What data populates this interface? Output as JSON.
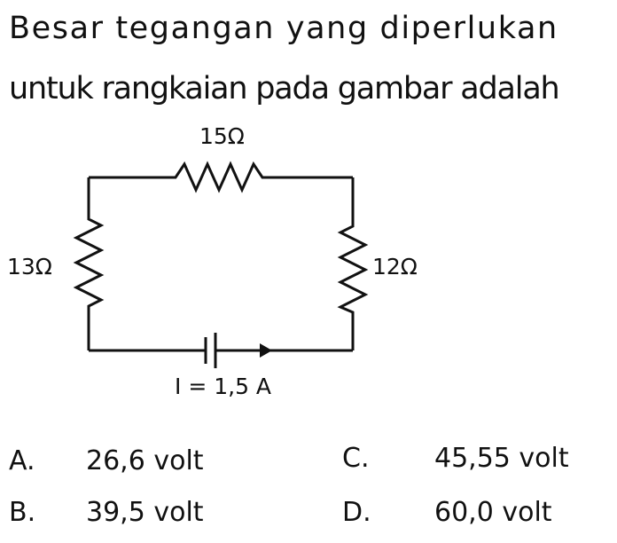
{
  "question": {
    "line1": "Besar tegangan yang diperlukan",
    "line2": "untuk rangkaian pada gambar adalah"
  },
  "circuit": {
    "resistor_top": "15Ω",
    "resistor_left": "13Ω",
    "resistor_right": "12Ω",
    "current_label": "I = 1,5 A"
  },
  "options": [
    {
      "letter": "A.",
      "value": "26,6 volt"
    },
    {
      "letter": "B.",
      "value": "39,5 volt"
    },
    {
      "letter": "C.",
      "value": "45,55 volt"
    },
    {
      "letter": "D.",
      "value": "60,0 volt"
    }
  ]
}
